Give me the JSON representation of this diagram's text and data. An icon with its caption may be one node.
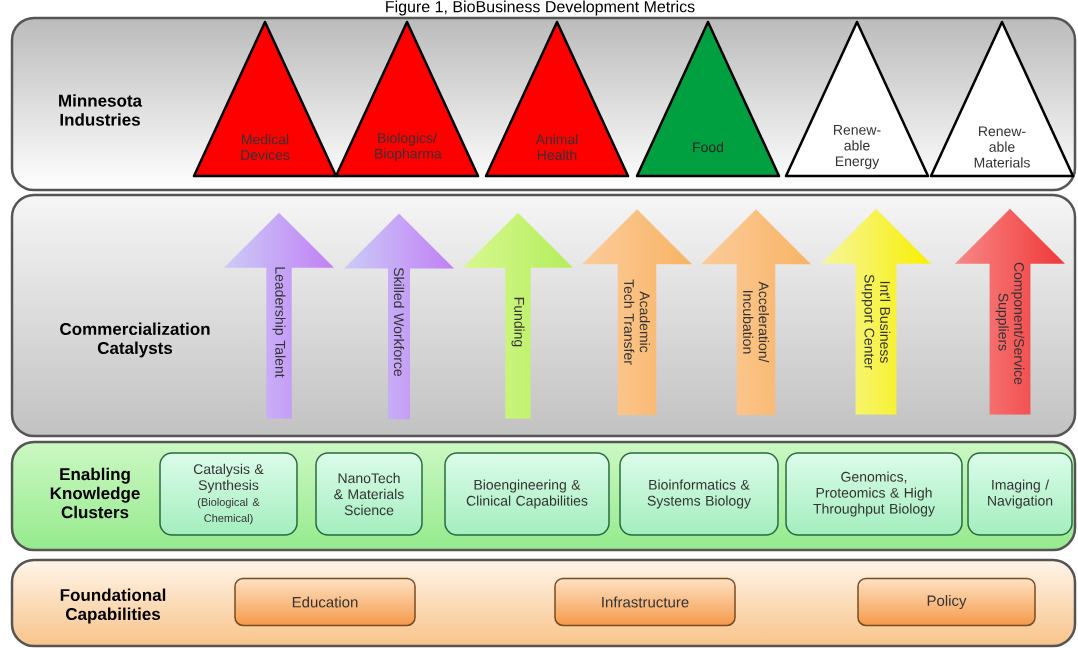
{
  "diagram": {
    "title": "Figure 1, BioBusiness Development Metrics",
    "nodes": [
      {
        "text": [
          "Minnesota Industries"
        ]
      },
      {
        "text": [
          "Medical Devices"
        ],
        "in": 0
      },
      {
        "text": [
          "Biologics/ Biopharma"
        ],
        "in": 0
      },
      {
        "text": [
          "Animal Health"
        ],
        "in": 0
      },
      {
        "text": [
          "Food"
        ],
        "in": 0
      },
      {
        "text": [
          "Renew- able Energy"
        ],
        "in": 0
      },
      {
        "text": [
          "Renew- able Materials"
        ],
        "in": 0
      },
      {
        "text": [
          "Commercialization Catalysts"
        ]
      },
      {
        "text": [
          "Leadership Talent"
        ],
        "in": 7
      },
      {
        "text": [
          "Skilled Workforce"
        ],
        "in": 7
      },
      {
        "text": [
          "Funding"
        ],
        "in": 7
      },
      {
        "text": [
          "Academic Tech Transfer"
        ],
        "in": 7
      },
      {
        "text": [
          "Acceleration/ Incubation"
        ],
        "in": 7
      },
      {
        "text": [
          "Int'l Business Support Center"
        ],
        "in": 7
      },
      {
        "text": [
          "Component/Service Suppliers"
        ],
        "in": 7
      },
      {
        "text": [
          "Enabling Knowledge Clusters"
        ]
      },
      {
        "text": [
          "Catalysis & Synthesis",
          "(Biological & Chemical)"
        ],
        "in": 15
      },
      {
        "text": [
          "NanoTech & Materials Science"
        ],
        "in": 15
      },
      {
        "text": [
          "Bioengineering & Clinical Capabilities"
        ],
        "in": 15
      },
      {
        "text": [
          "Bioinformatics & Systems Biology"
        ],
        "in": 15
      },
      {
        "text": [
          "Genomics, Proteomics & High Throughput Biology"
        ],
        "in": 15
      },
      {
        "text": [
          "Imaging / Navigation"
        ],
        "in": 15
      },
      {
        "text": [
          "Foundational Capabilities"
        ]
      },
      {
        "text": [
          "Education"
        ],
        "in": 22
      },
      {
        "text": [
          "Infrastructure"
        ],
        "in": 22
      },
      {
        "text": [
          "Policy"
        ],
        "in": 22
      }
    ]
  }
}
